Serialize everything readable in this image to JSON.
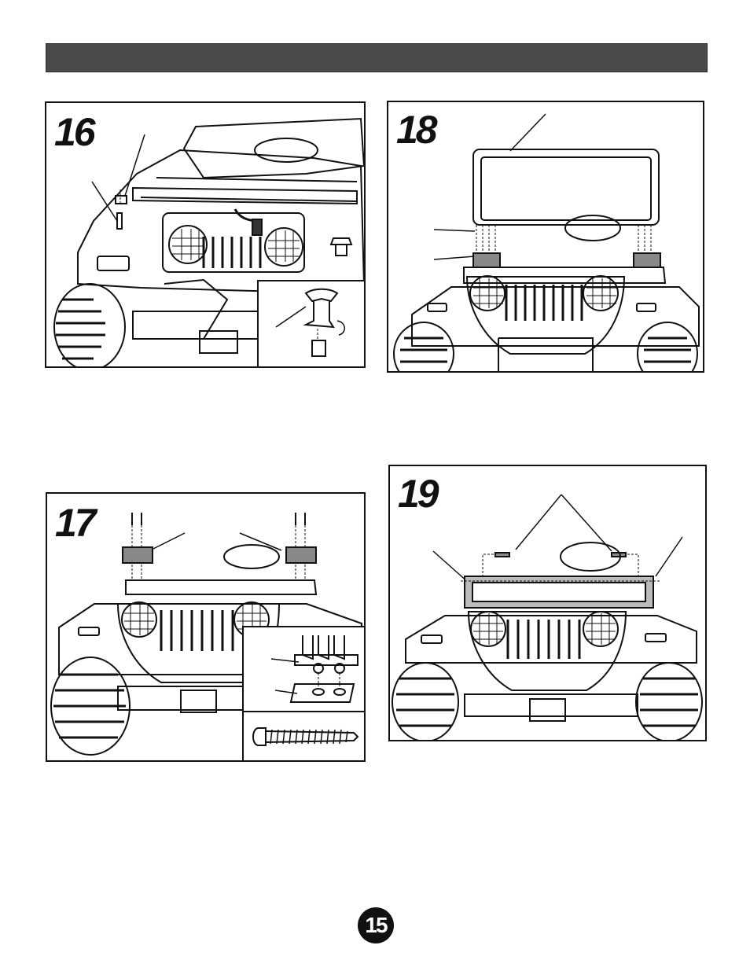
{
  "steps": [
    {
      "id": "16",
      "label": "16"
    },
    {
      "id": "18",
      "label": "18"
    },
    {
      "id": "17",
      "label": "17"
    },
    {
      "id": "19",
      "label": "19"
    }
  ],
  "page": {
    "number": "15"
  }
}
